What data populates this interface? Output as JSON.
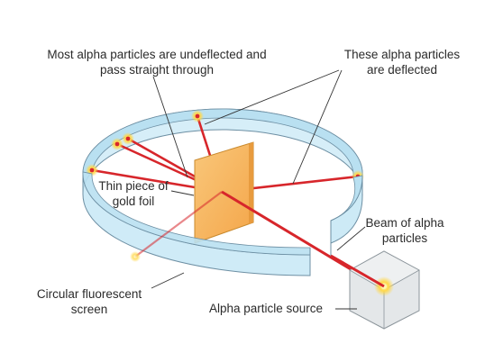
{
  "labels": {
    "undeflected_line1": "Most alpha particles are undeflected and",
    "undeflected_line2": "pass straight through",
    "deflected_line1": "These alpha particles",
    "deflected_line2": "are deflected",
    "foil_line1": "Thin piece of",
    "foil_line2": "gold foil",
    "beam_line1": "Beam of alpha",
    "beam_line2": "particles",
    "screen_line1": "Circular fluorescent",
    "screen_line2": "screen",
    "source": "Alpha particle source"
  },
  "colors": {
    "screen_fill": "#c4e6f5",
    "screen_stroke": "#6d8fa3",
    "foil_fill": "#f7b35a",
    "beam": "#d7262b",
    "glow": "#ffd84a",
    "source_box": "#e4e7e9"
  }
}
